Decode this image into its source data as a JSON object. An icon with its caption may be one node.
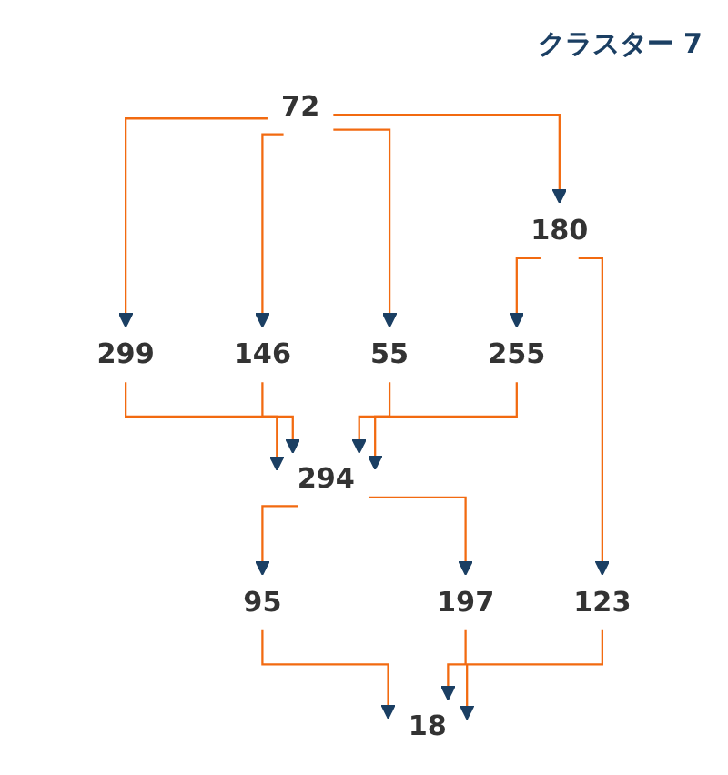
{
  "diagram": {
    "title": "クラスター 7",
    "nodes": [
      {
        "text": [
          "72"
        ]
      },
      {
        "text": [
          "299"
        ]
      },
      {
        "text": [
          "146"
        ]
      },
      {
        "text": [
          "55"
        ]
      },
      {
        "text": [
          "180"
        ]
      },
      {
        "text": [
          "294"
        ]
      },
      {
        "text": [
          "255"
        ]
      },
      {
        "text": [
          "123"
        ]
      },
      {
        "text": [
          "95"
        ]
      },
      {
        "text": [
          "197"
        ]
      },
      {
        "text": [
          "18"
        ]
      }
    ],
    "edges": [
      {
        "from": 0,
        "to": 1,
        "arrow": "to"
      },
      {
        "from": 0,
        "to": 2,
        "arrow": "to"
      },
      {
        "from": 0,
        "to": 3,
        "arrow": "to"
      },
      {
        "from": 0,
        "to": 4,
        "arrow": "to"
      },
      {
        "from": 1,
        "to": 5,
        "arrow": "to"
      },
      {
        "from": 2,
        "to": 5,
        "arrow": "to"
      },
      {
        "from": 3,
        "to": 5,
        "arrow": "to"
      },
      {
        "from": 4,
        "to": 6,
        "arrow": "to"
      },
      {
        "from": 4,
        "to": 7,
        "arrow": "to"
      },
      {
        "from": 6,
        "to": 5,
        "arrow": "to"
      },
      {
        "from": 5,
        "to": 8,
        "arrow": "to"
      },
      {
        "from": 5,
        "to": 9,
        "arrow": "to"
      },
      {
        "from": 8,
        "to": 10,
        "arrow": "to"
      },
      {
        "from": 9,
        "to": 10,
        "arrow": "to"
      },
      {
        "from": 7,
        "to": 10,
        "arrow": "to"
      }
    ]
  }
}
